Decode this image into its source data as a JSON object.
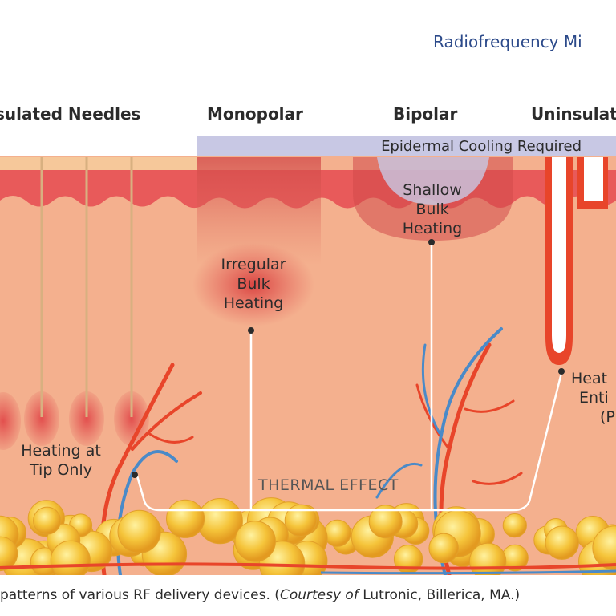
{
  "header": {
    "title": "Radiofrequency Mi"
  },
  "columns": {
    "insulated": "sulated Needles",
    "monopolar": "Monopolar",
    "bipolar": "Bipolar",
    "uninsulated": "Uninsulat"
  },
  "cooling": {
    "label": "Epidermal Cooling Required"
  },
  "labels": {
    "irregular": [
      "Irregular",
      "Bulk",
      "Heating"
    ],
    "shallow": [
      "Shallow",
      "Bulk",
      "Heating"
    ],
    "tip": [
      "Heating at",
      "Tip Only"
    ],
    "entire": [
      "Heat",
      "Enti",
      "(P"
    ]
  },
  "thermal_effect": "THERMAL EFFECT",
  "caption": {
    "before": "patterns of various RF delivery devices. (",
    "italic": "Courtesy of",
    "after": " Lutronic, Billerica, MA.)"
  },
  "colors": {
    "epidermis": "#e85a5a",
    "dermis": "#f4b08e",
    "fat": "#f5c43a",
    "artery": "#e8452a",
    "vein": "#4a8ac8",
    "cooling": "#c8c8e4"
  }
}
